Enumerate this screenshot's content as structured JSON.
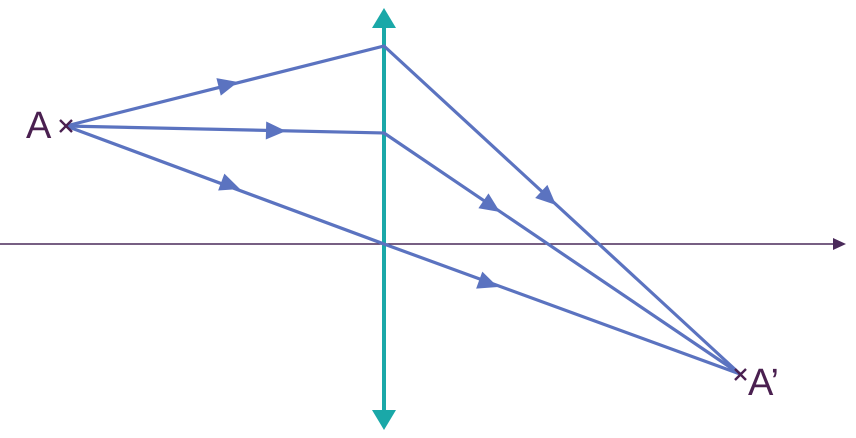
{
  "labels": {
    "object_point": "A",
    "image_point": "A’"
  },
  "colors": {
    "background": "#ffffff",
    "ray": "#5b73c0",
    "lens": "#1aa8a8",
    "axis": "#4a2a5a",
    "marker": "#4a2050",
    "label": "#4a2050"
  },
  "icons": {
    "axis_arrowhead": "triangle-right",
    "lens_ends": "triangle-up-down",
    "point_marker": "cross",
    "ray_direction": "triangle"
  }
}
